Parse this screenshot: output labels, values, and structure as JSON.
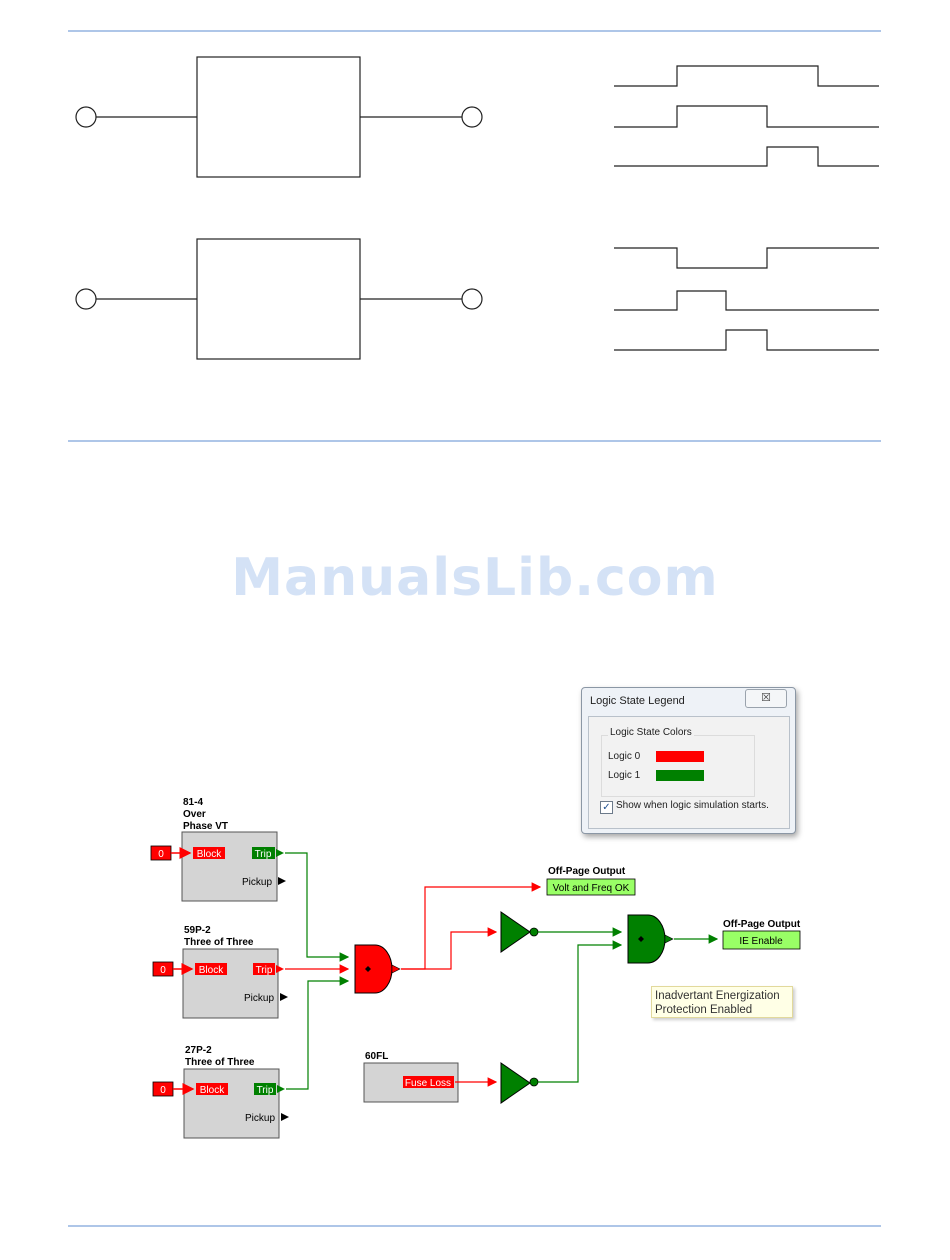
{
  "watermark": "ManualsLib.com",
  "legend": {
    "title": "Logic State Legend",
    "close_glyph": "☒",
    "group_label": "Logic State Colors",
    "rows": [
      {
        "label": "Logic 0",
        "color": "#ff0000"
      },
      {
        "label": "Logic 1",
        "color": "#008000"
      }
    ],
    "checkbox_checked": true,
    "checkbox_label": "Show when logic simulation starts."
  },
  "blocks": {
    "b81": {
      "title1": "81-4",
      "title2": "Over",
      "title3": "Phase VT",
      "input_value": "0",
      "block_label": "Block",
      "trip_label": "Trip",
      "pickup_label": "Pickup"
    },
    "b59": {
      "title1": "59P-2",
      "title2": "Three of Three",
      "input_value": "0",
      "block_label": "Block",
      "trip_label": "Trip",
      "pickup_label": "Pickup"
    },
    "b27": {
      "title1": "27P-2",
      "title2": "Three of Three",
      "input_value": "0",
      "block_label": "Block",
      "trip_label": "Trip",
      "pickup_label": "Pickup"
    },
    "b60": {
      "title": "60FL",
      "output_label": "Fuse Loss"
    }
  },
  "outputs": {
    "volt": {
      "title": "Off-Page Output",
      "label": "Volt and Freq OK"
    },
    "ie": {
      "title": "Off-Page Output",
      "label": "IE Enable"
    }
  },
  "note": {
    "line1": "Inadvertant Energization",
    "line2": "Protection Enabled"
  },
  "colors": {
    "logic0": "#ff0000",
    "logic1": "#008000",
    "output_fill": "#99ff66",
    "block_fill": "#d4d4d4",
    "note_fill": "#ffffe6"
  }
}
